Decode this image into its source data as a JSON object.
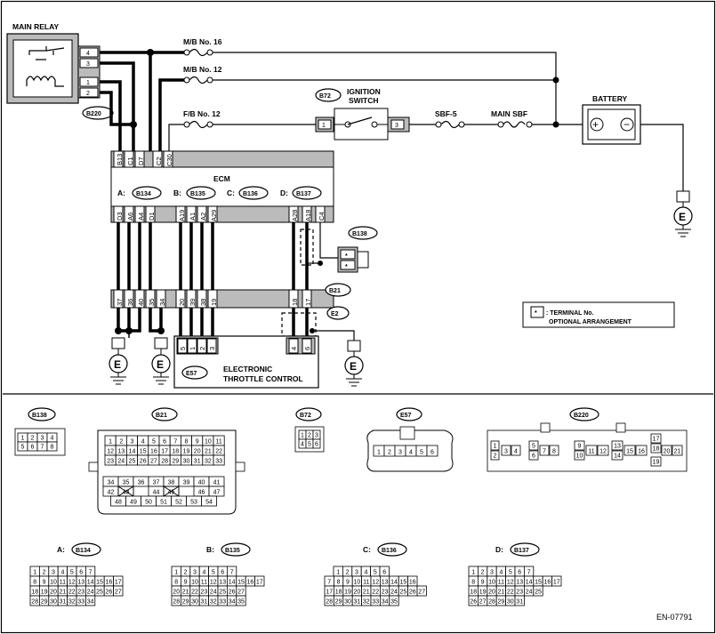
{
  "labels": {
    "main_relay": "MAIN RELAY",
    "mb16": "M/B No. 16",
    "mb12": "M/B No. 12",
    "fb12": "F/B No. 12",
    "ign_switch_1": "IGNITION",
    "ign_switch_2": "SWITCH",
    "sbf5": "SBF-5",
    "main_sbf": "MAIN SBF",
    "battery": "BATTERY",
    "ecm": "ECM",
    "etc_1": "ELECTRONIC",
    "etc_2": "THROTTLE CONTROL",
    "legend_1": ": TERMINAL No.",
    "legend_2": "OPTIONAL ARRANGEMENT",
    "legend_star": "*",
    "ground": "E",
    "doc_id": "EN-07791",
    "conn_prefix_a": "A:",
    "conn_prefix_b": "B:",
    "conn_prefix_c": "C:",
    "conn_prefix_d": "D:"
  },
  "connectors": {
    "B220": "B220",
    "B72": "B72",
    "B134": "B134",
    "B135": "B135",
    "B136": "B136",
    "B137": "B137",
    "B138": "B138",
    "B21": "B21",
    "E2": "E2",
    "E57": "E57"
  },
  "relay_pins": [
    "4",
    "3",
    "1",
    "2"
  ],
  "ign_pins": [
    "1",
    "3"
  ],
  "ecm_top_pins": [
    "B13",
    "C1",
    "D7",
    "C2",
    "C30"
  ],
  "ecm_bottom_pins_left": [
    "D3",
    "A6",
    "A4",
    "D1"
  ],
  "ecm_bottom_pins_mid": [
    "A19",
    "A1",
    "A2",
    "A29"
  ],
  "ecm_bottom_pins_right": [
    "A28",
    "A18",
    "C4"
  ],
  "b21_pins_left": [
    "37",
    "36",
    "40",
    "35",
    "34"
  ],
  "b21_pins_mid": [
    "20",
    "39",
    "38",
    "19"
  ],
  "b21_pins_right": [
    "18",
    "17"
  ],
  "e57_pins_left": [
    "5",
    "1",
    "2",
    "3"
  ],
  "e57_pins_right": [
    "4",
    "6"
  ],
  "b138_pins": [
    "*",
    "*"
  ],
  "faces": {
    "b138": [
      [
        "1",
        "2",
        "3",
        "4"
      ],
      [
        "5",
        "6",
        "7",
        "8"
      ]
    ],
    "b21": [
      [
        "1",
        "2",
        "3",
        "4",
        "5",
        "6",
        "7",
        "8",
        "9",
        "10",
        "11"
      ],
      [
        "12",
        "13",
        "14",
        "15",
        "16",
        "17",
        "18",
        "19",
        "20",
        "21",
        "22"
      ],
      [
        "23",
        "24",
        "25",
        "26",
        "27",
        "28",
        "29",
        "30",
        "31",
        "32",
        "33"
      ],
      [
        "34",
        "35",
        "36",
        "37",
        "38",
        "39",
        "40",
        "41"
      ],
      [
        "42",
        "43",
        "44",
        "45",
        "46",
        "47"
      ],
      [
        "48",
        "49",
        "50",
        "51",
        "52",
        "53",
        "54"
      ]
    ],
    "b72": [
      [
        "1",
        "2",
        "3"
      ],
      [
        "4",
        "5",
        "6"
      ]
    ],
    "e57": [
      "1",
      "2",
      "3",
      "4",
      "5",
      "6"
    ],
    "b220": [
      "1",
      "2",
      "3",
      "4",
      "5",
      "6",
      "7",
      "8",
      "9",
      "10",
      "11",
      "12",
      "13",
      "14",
      "15",
      "16",
      "17",
      "18",
      "19",
      "20",
      "21"
    ],
    "b134": [
      [
        "1",
        "2",
        "3",
        "4",
        "5",
        "6",
        "7"
      ],
      [
        "8",
        "9",
        "10",
        "11",
        "12",
        "13",
        "14",
        "15",
        "16",
        "17"
      ],
      [
        "18",
        "19",
        "20",
        "21",
        "22",
        "23",
        "24",
        "25",
        "26",
        "27"
      ],
      [
        "28",
        "29",
        "30",
        "31",
        "32",
        "33",
        "34"
      ]
    ],
    "b135": [
      [
        "1",
        "2",
        "3",
        "4",
        "5",
        "6",
        "7"
      ],
      [
        "8",
        "9",
        "10",
        "11",
        "12",
        "13",
        "14",
        "15",
        "16",
        "17"
      ],
      [
        "20",
        "21",
        "22",
        "23",
        "24",
        "25",
        "26",
        "27"
      ],
      [
        "28",
        "29",
        "30",
        "31",
        "32",
        "33",
        "34",
        "35"
      ]
    ],
    "b136": [
      [
        "1",
        "2",
        "3",
        "4",
        "5",
        "6"
      ],
      [
        "7",
        "8",
        "9",
        "10",
        "11",
        "12",
        "13",
        "14",
        "15",
        "16"
      ],
      [
        "17",
        "18",
        "19",
        "20",
        "21",
        "22",
        "23",
        "24",
        "25",
        "26",
        "27"
      ],
      [
        "28",
        "29",
        "30",
        "31",
        "32",
        "33",
        "34",
        "35"
      ]
    ],
    "b137": [
      [
        "1",
        "2",
        "3",
        "4",
        "5",
        "6",
        "7"
      ],
      [
        "8",
        "9",
        "10",
        "11",
        "12",
        "13",
        "14",
        "15",
        "16",
        "17"
      ],
      [
        "18",
        "19",
        "20",
        "21",
        "22",
        "23",
        "24",
        "25"
      ],
      [
        "26",
        "27",
        "28",
        "29",
        "30",
        "31"
      ]
    ]
  }
}
